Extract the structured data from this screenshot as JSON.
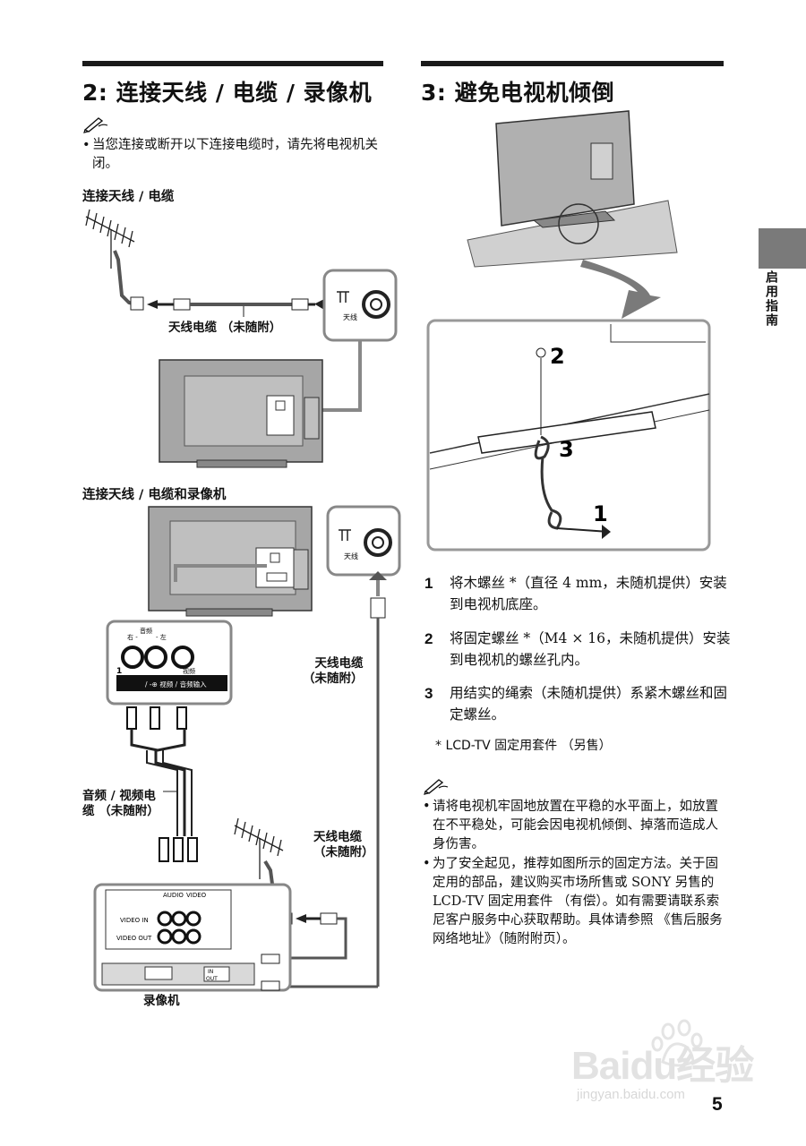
{
  "left": {
    "heading": "2: 连接天线 / 电缆 / 录像机",
    "note_bullet": "• ",
    "note_text": "当您连接或断开以下连接电缆时，请先将电视机关闭。",
    "sub1": "连接天线 / 电缆",
    "diagram1": {
      "cable_label": "天线电缆 （未随附）",
      "antenna_port_label": "天线"
    },
    "sub2": "连接天线 / 电缆和录像机",
    "diagram2": {
      "antenna_port_label": "天线",
      "rf_cable_label_1": "天线电缆",
      "rf_cable_label_2": "（未随附）",
      "av_cable_label_1": "音频 / 视频电",
      "av_cable_label_2": "缆 （未随附）",
      "rf_cable2_label_1": "天线电缆",
      "rf_cable2_label_2": "（未随附）",
      "vcr_label": "录像机",
      "panel_right": "右 -",
      "panel_audio": "音频",
      "panel_left": "- 左",
      "panel_video": "视频",
      "panel_num": "1",
      "panel_bar": "/ -⊕ 视频 / 音频输入",
      "vcr_audio": "AUDIO",
      "vcr_video": "VIDEO",
      "vcr_video_in": "VIDEO IN",
      "vcr_video_out": "VIDEO OUT",
      "vcr_in": "IN",
      "vcr_out": "OUT"
    }
  },
  "right": {
    "heading": "3: 避免电视机倾倒",
    "callout_1": "1",
    "callout_2": "2",
    "callout_3": "3",
    "steps": [
      {
        "num": "1",
        "text": "将木螺丝 *（直径 4 mm，未随机提供）安装到电视机底座。"
      },
      {
        "num": "2",
        "text": "将固定螺丝 *（M4 × 16，未随机提供）安装到电视机的螺丝孔内。"
      },
      {
        "num": "3",
        "text": "用结实的绳索（未随机提供）系紧木螺丝和固定螺丝。"
      }
    ],
    "footnote": "* LCD-TV 固定用套件 （另售）",
    "notes": [
      {
        "bullet": "• ",
        "text": "请将电视机牢固地放置在平稳的水平面上，如放置在不平稳处，可能会因电视机倾倒、掉落而造成人身伤害。"
      },
      {
        "bullet": "• ",
        "text": "为了安全起见，推荐如图所示的固定方法。关于固定用的部品，建议购买市场所售或 SONY 另售的 LCD-TV 固定用套件 （有偿）。如有需要请联系索尼客户服务中心获取帮助。具体请参照 《售后服务网络地址》（随附附页）。"
      }
    ]
  },
  "side_tab_label": "启用指南",
  "page_number": "5",
  "watermark": {
    "brand": "Baidu经验",
    "url": "jingyan.baidu.com"
  }
}
